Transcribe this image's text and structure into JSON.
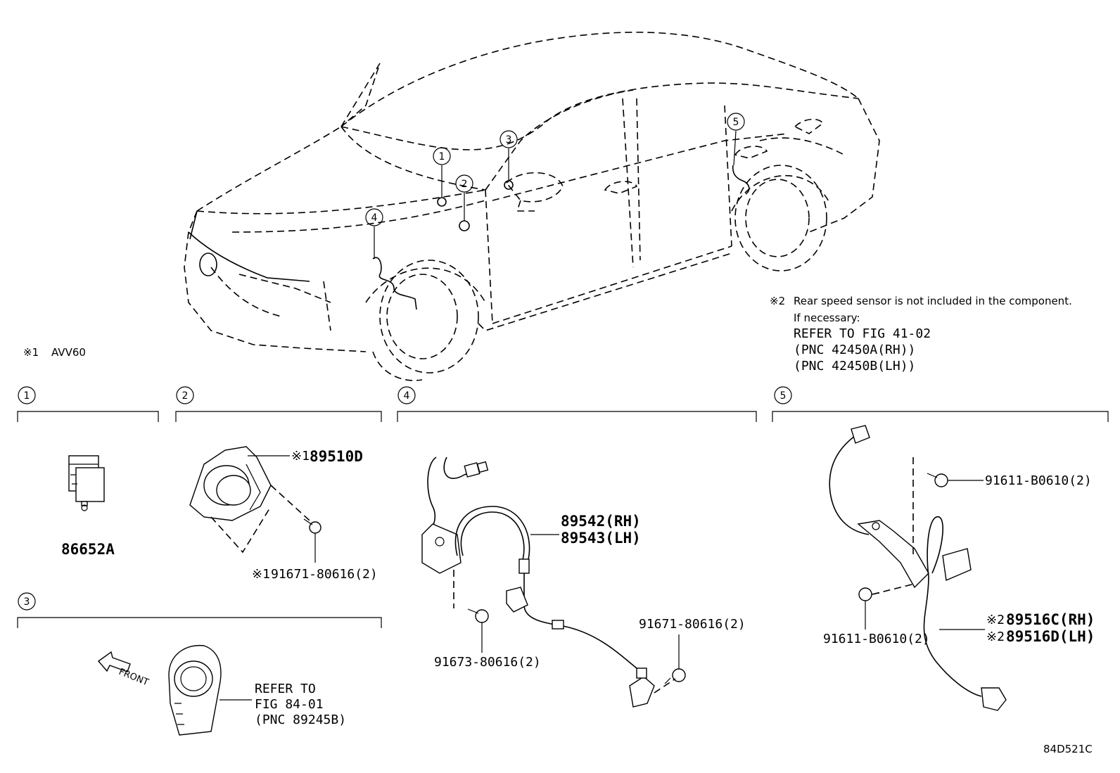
{
  "callouts": [
    "1",
    "2",
    "3",
    "4",
    "5"
  ],
  "notes": {
    "note1_mark": "※1",
    "note1_text": "AVV60",
    "note2_mark": "※2",
    "note2_line1": "Rear speed sensor is not included in the component.",
    "note2_line2": "If necessary:",
    "note2_line3": "REFER TO FIG 41-02",
    "note2_line4": "(PNC 42450A(RH))",
    "note2_line5": "(PNC 42450B(LH))"
  },
  "sections": {
    "s1": {
      "number": "1",
      "part": "86652A"
    },
    "s2": {
      "number": "2",
      "part_mark": "※1",
      "part": "89510D",
      "bolt_mark": "※1",
      "bolt": "91671-80616(2)"
    },
    "s3": {
      "number": "3",
      "ref1": "REFER TO",
      "ref2": "FIG 84-01",
      "ref3": "(PNC 89245B)",
      "front": "FRONT"
    },
    "s4": {
      "number": "4",
      "part_rh": "89542(RH)",
      "part_lh": "89543(LH)",
      "bolt_a": "91673-80616(2)",
      "bolt_b": "91671-80616(2)"
    },
    "s5": {
      "number": "5",
      "bolt_top": "91611-B0610(2)",
      "bolt_left": "91611-B0610(2)",
      "mark_rh": "※2",
      "part_rh": "89516C(RH)",
      "mark_lh": "※2",
      "part_lh": "89516D(LH)"
    }
  },
  "figure_code": "84D521C"
}
